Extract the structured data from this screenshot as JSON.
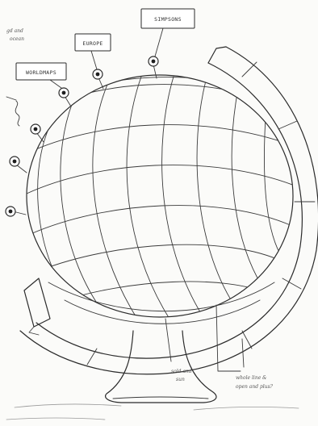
{
  "labels": {
    "box_right": "SIMPSONS",
    "box_middle": "EUROPE",
    "box_left": "WORLDMAPS"
  },
  "notes": {
    "top_left_line1": "gd and",
    "top_left_line2": "ocean",
    "stand_left_line1": "sold and",
    "stand_left_line2": "sun",
    "bottom_right_line1": "whole line &",
    "bottom_right_line2": "open and plus?"
  },
  "icons": {
    "pin": "map-pin-icon"
  }
}
